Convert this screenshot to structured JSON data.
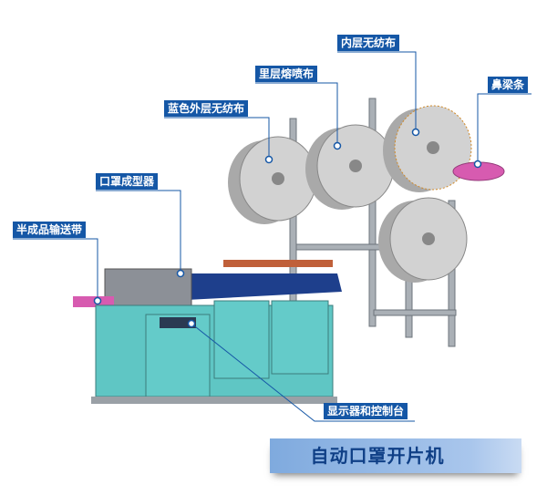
{
  "labels": {
    "inner_nonwoven": "内层无纺布",
    "meltblown": "里层熔喷布",
    "outer_nonwoven": "蓝色外层无纺布",
    "nose_wire": "鼻梁条",
    "mask_former": "口罩成型器",
    "conveyor": "半成品输送带",
    "display_console": "显示器和控制台"
  },
  "title": "自动口罩开片机",
  "colors": {
    "label_bg": "#1557a6",
    "cabinet": "#5fc6c4",
    "table_top": "#1e3f8c",
    "roll": "#cfcfcf"
  }
}
